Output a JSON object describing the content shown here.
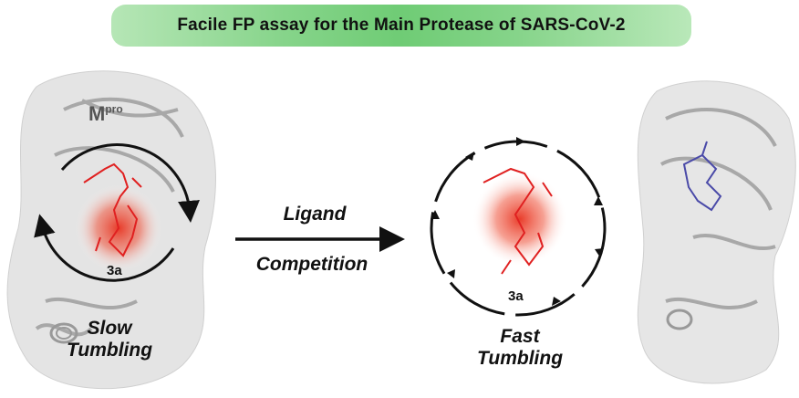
{
  "title": "Facile FP assay for the Main Protease of SARS-CoV-2",
  "left_panel": {
    "protein_label_main": "M",
    "protein_label_sup": "pro",
    "ligand_label": "3a",
    "state_line1": "Slow",
    "state_line2": "Tumbling"
  },
  "arrow": {
    "top_label": "Ligand",
    "bottom_label": "Competition"
  },
  "middle_panel": {
    "ligand_label": "3a",
    "state_line1": "Fast",
    "state_line2": "Tumbling"
  },
  "colors": {
    "banner": "#6fcc75",
    "probe": "#e02020",
    "competitor": "#4a4aa8",
    "protein": "#b0b0b0"
  }
}
